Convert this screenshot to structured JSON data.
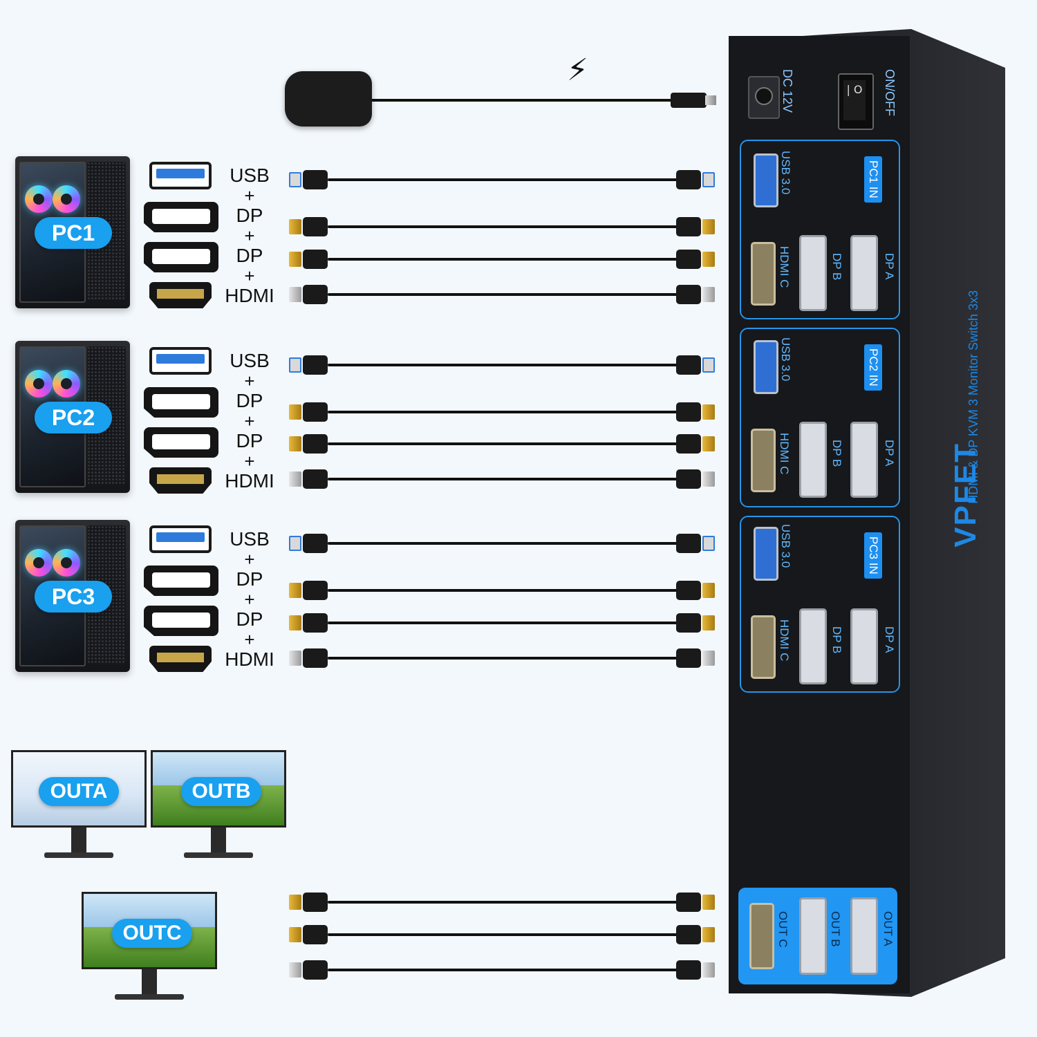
{
  "power": {
    "dc_label": "DC 12V",
    "switch_label": "ON/OFF",
    "bolt": "⚡"
  },
  "pcs": [
    {
      "label": "PC1",
      "in_label": "PC1 IN"
    },
    {
      "label": "PC2",
      "in_label": "PC2 IN"
    },
    {
      "label": "PC3",
      "in_label": "PC3 IN"
    }
  ],
  "connector_labels": {
    "usb": "USB",
    "dp": "DP",
    "hdmi": "HDMI",
    "plus": "+"
  },
  "switch_ports": {
    "usb": "USB 3.0",
    "dp_a": "DP A",
    "dp_b": "DP B",
    "hdmi_c": "HDMI C"
  },
  "outputs": {
    "monitors": [
      "OUTA",
      "OUTB",
      "OUTC"
    ],
    "ports": [
      "OUT A",
      "OUT B",
      "OUT C"
    ]
  },
  "branding": {
    "brand": "VPFET",
    "product": "HDMI & DP KVM 3 Monitor Switch 3x3"
  },
  "colors": {
    "accent": "#19a0ef",
    "frame": "#2794e8",
    "body": "#1f2126"
  }
}
